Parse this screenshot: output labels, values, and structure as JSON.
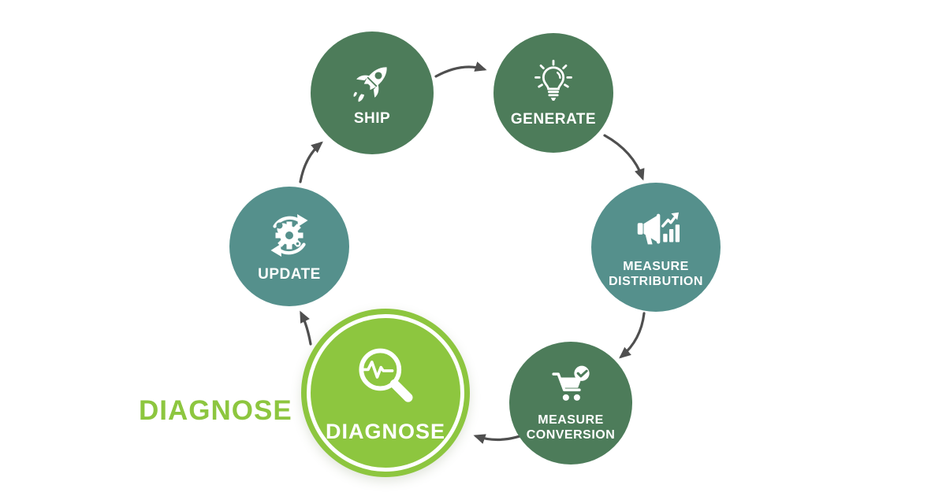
{
  "page": {
    "background": "#ffffff"
  },
  "diagram": {
    "big_label": "DIAGNOSE",
    "arrow_color": "#4f4f4f",
    "node_colors": {
      "green": "#4d7c5a",
      "teal": "#55908c",
      "lime": "#8dc63f"
    },
    "flow_order": [
      "ship",
      "generate",
      "measure-distribution",
      "measure-conversion",
      "diagnose",
      "update"
    ],
    "nodes": [
      {
        "id": "ship",
        "label": "SHIP",
        "icon": "rocket-icon",
        "color": "#4d7c5a",
        "highlighted": false
      },
      {
        "id": "generate",
        "label": "GENERATE",
        "icon": "lightbulb-icon",
        "color": "#4d7c5a",
        "highlighted": false
      },
      {
        "id": "measure-distribution",
        "label": "MEASURE DISTRIBUTION",
        "icon": "megaphone-growth-icon",
        "color": "#55908c",
        "highlighted": false
      },
      {
        "id": "measure-conversion",
        "label": "MEASURE CONVERSION",
        "icon": "cart-check-icon",
        "color": "#4d7c5a",
        "highlighted": false
      },
      {
        "id": "diagnose",
        "label": "DIAGNOSE",
        "icon": "magnifier-pulse-icon",
        "color": "#8dc63f",
        "highlighted": true
      },
      {
        "id": "update",
        "label": "UPDATE",
        "icon": "gear-wrench-sync-icon",
        "color": "#55908c",
        "highlighted": false
      }
    ]
  }
}
